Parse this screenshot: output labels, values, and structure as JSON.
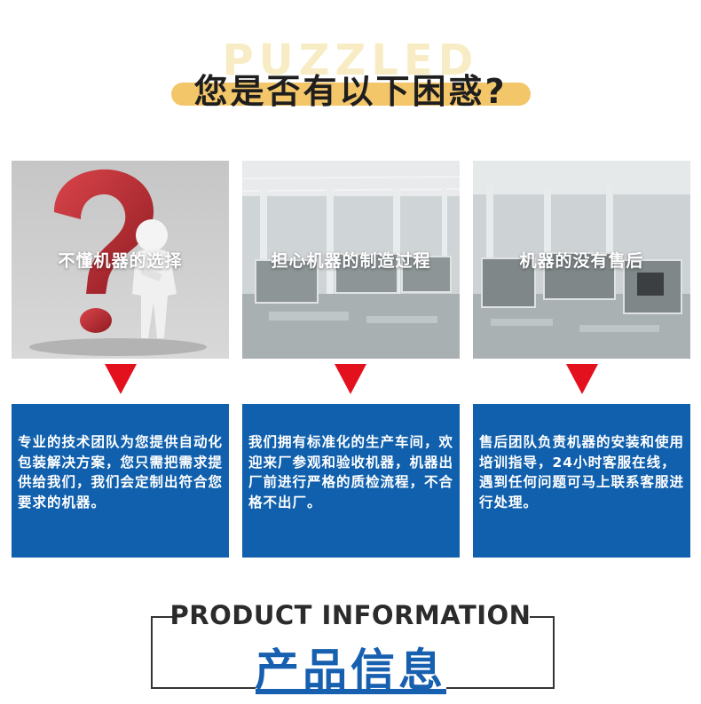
{
  "header": {
    "watermark": "PUZZLED",
    "title": "您是否有以下困惑?"
  },
  "colors": {
    "accent_yellow": "#f4c66a",
    "box_blue": "#1060ad",
    "arrow_red": "#e3101e",
    "heading_blue": "#1760b0"
  },
  "panels": [
    {
      "label": "不懂机器的选择",
      "image": "question-mark-figure",
      "text": "专业的技术团队为您提供自动化包装解决方案，您只需把需求提供给我们，我们会定制出符合您要求的机器。"
    },
    {
      "label": "担心机器的制造过程",
      "image": "factory-floor",
      "text": "我们拥有标准化的生产车间，欢迎来厂参观和验收机器，机器出厂前进行严格的质检流程，不合格不出厂。"
    },
    {
      "label": "机器的没有售后",
      "image": "factory-machines",
      "text": "售后团队负责机器的安装和使用培训指导，24小时客服在线，遇到任何问题可马上联系客服进行处理。"
    }
  ],
  "product": {
    "title_en": "PRODUCT INFORMATION",
    "title_cn": "产品信息"
  }
}
